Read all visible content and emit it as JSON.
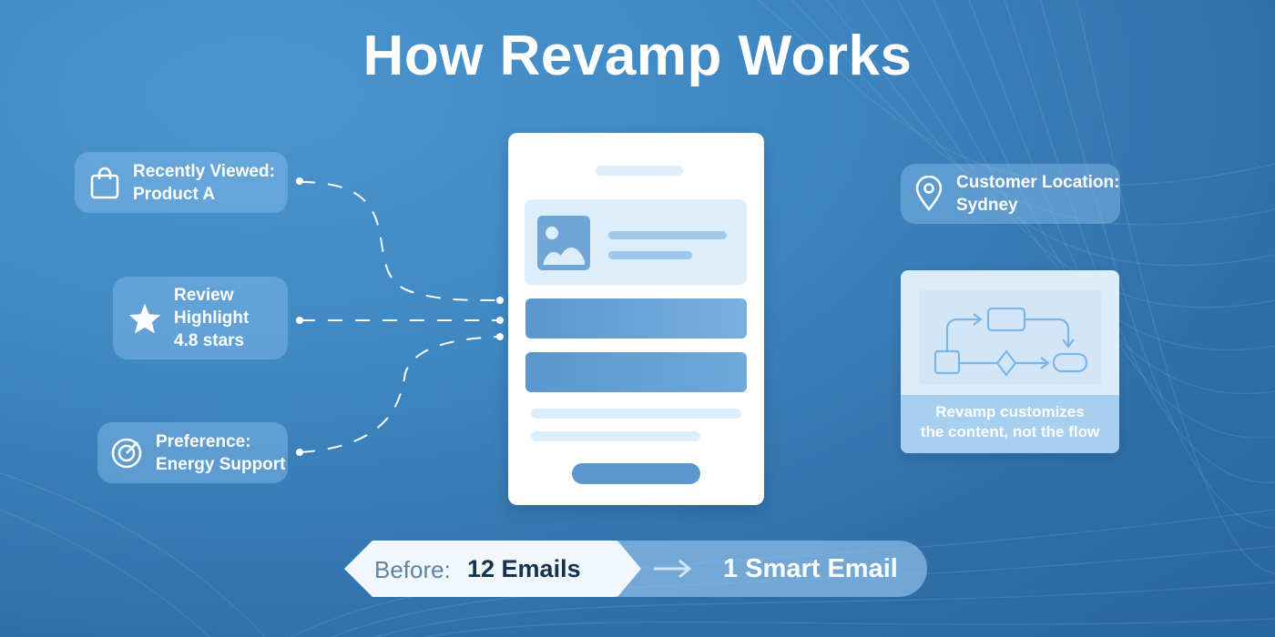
{
  "title": "How Revamp Works",
  "inputs": {
    "recently_viewed": {
      "label": "Recently Viewed:",
      "value": "Product A",
      "icon": "shopping-bag-icon"
    },
    "review": {
      "line1": "Review",
      "line2": "Highlight",
      "line3": "4.8 stars",
      "icon": "star-icon"
    },
    "preference": {
      "label": "Preference:",
      "value": "Energy Support",
      "icon": "target-icon"
    }
  },
  "location": {
    "label": "Customer Location:",
    "value": "Sydney",
    "icon": "location-pin-icon"
  },
  "flow_card": {
    "caption_line1": "Revamp customizes",
    "caption_line2": "the content, not the flow"
  },
  "comparison": {
    "before_label": "Before:",
    "before_value": "12 Emails",
    "after_value": "1 Smart Email",
    "arrow_icon": "arrow-right-icon"
  },
  "colors": {
    "background": "#3f88c4",
    "pill": "#8cbeeb",
    "phone_accent": "#5b96cc",
    "light_accent": "#dcedfb"
  }
}
